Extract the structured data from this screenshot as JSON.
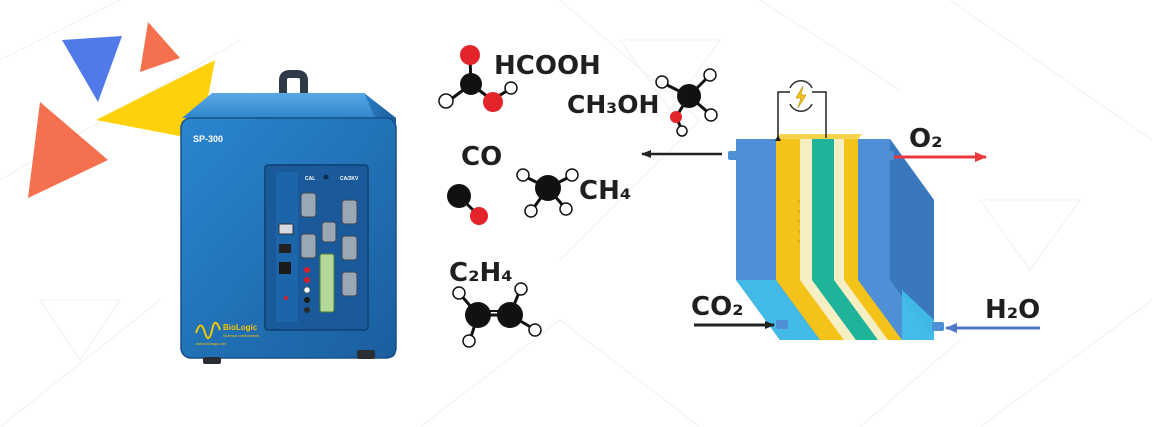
{
  "instrument": {
    "model": "SP-300",
    "panel_labels": [
      "CAL",
      "CA/2KV"
    ],
    "logo_name": "BioLogic",
    "logo_tagline": "Science Instruments",
    "logo_url": "www.biologic.net"
  },
  "products": {
    "formic_acid": "HCOOH",
    "methanol": "CH₃OH",
    "carbon_monoxide": "CO",
    "methane": "CH₄",
    "ethylene": "C₂H₄"
  },
  "cell": {
    "oxygen_output": "O₂",
    "co2_input": "CO₂",
    "water_input": "H₂O"
  },
  "colors": {
    "instrument_blue": "#1f6fb6",
    "oxygen_atom": "#e3252b",
    "carbon_atom": "#111111",
    "hydrogen_atom": "#ffffff",
    "cell_blue": "#4f8fd6",
    "catalyst_yellow": "#f7c514",
    "membrane_teal": "#1fb39a",
    "o2_arrow": "#e8383d",
    "h2o_arrow": "#4f78c4",
    "deco_blue": "#4f7ae8",
    "deco_orange": "#f5704f",
    "deco_yellow": "#ffd10a"
  },
  "icons": [
    "lightning-icon",
    "refresh-arrows-icon",
    "usb-port-icon",
    "ethernet-port-icon"
  ]
}
